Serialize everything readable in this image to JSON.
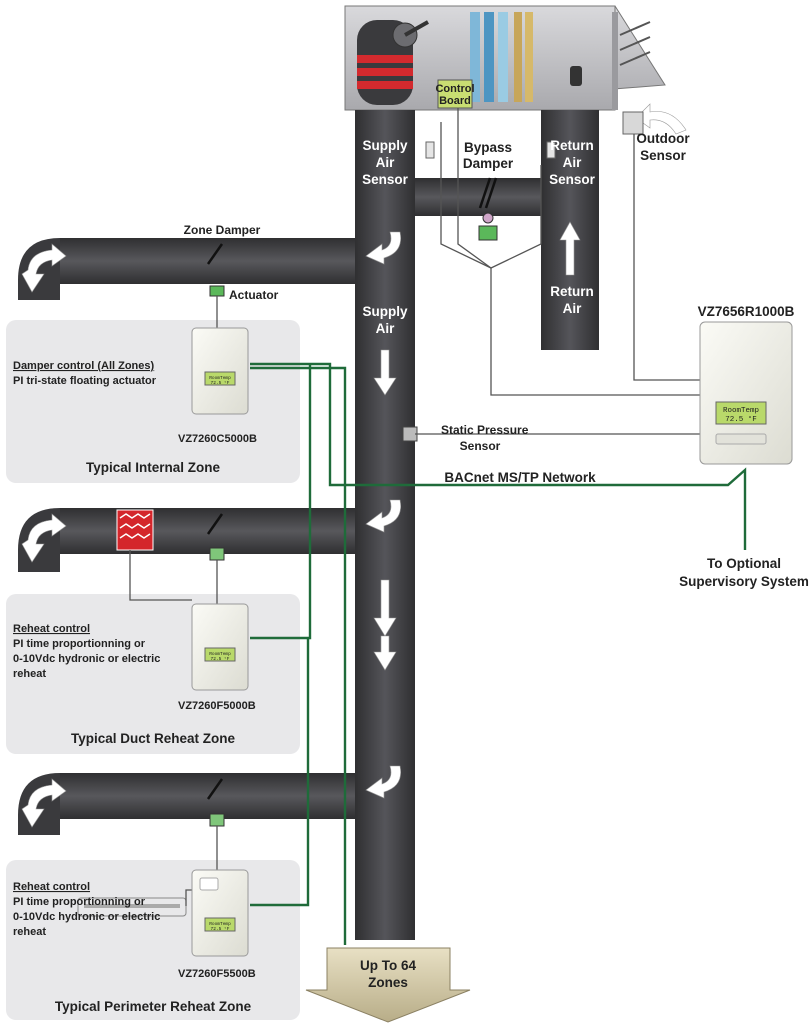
{
  "air_handler": {
    "control_board_line1": "Control",
    "control_board_line2": "Board"
  },
  "labels": {
    "supply_air_sensor": [
      "Supply",
      "Air",
      "Sensor"
    ],
    "bypass_damper": [
      "Bypass",
      "Damper"
    ],
    "return_air_sensor": [
      "Return",
      "Air",
      "Sensor"
    ],
    "outdoor_sensor": [
      "Outdoor",
      "Sensor"
    ],
    "zone_damper": "Zone Damper",
    "actuator": "Actuator",
    "supply_air": [
      "Supply",
      "Air"
    ],
    "return_air": [
      "Return",
      "Air"
    ],
    "static_pressure_sensor": [
      "Static Pressure",
      "Sensor"
    ],
    "bacnet_network": "BACnet MS/TP Network",
    "supervisory": [
      "To Optional",
      "Supervisory System"
    ],
    "up_to_zones": [
      "Up To 64",
      "Zones"
    ]
  },
  "main_controller": {
    "model": "VZ7656R1000B",
    "screen_line1": "RoomTemp",
    "screen_line2": "72.5 °F"
  },
  "zones": [
    {
      "heading": "Damper control (All Zones)",
      "description": [
        "PI tri-state floating actuator"
      ],
      "model": "VZ7260C5000B",
      "title": "Typical Internal Zone",
      "screen_line1": "RoomTemp",
      "screen_line2": "72.5 °F"
    },
    {
      "heading": "Reheat control",
      "description": [
        "PI time proportionning or",
        "0-10Vdc hydronic or electric",
        "reheat"
      ],
      "model": "VZ7260F5000B",
      "title": "Typical Duct Reheat Zone",
      "screen_line1": "RoomTemp",
      "screen_line2": "72.5 °F"
    },
    {
      "heading": "Reheat control",
      "description": [
        "PI time proportionning or",
        "0-10Vdc hydronic or electric",
        "reheat"
      ],
      "model": "VZ7260F5500B",
      "title": "Typical Perimeter Reheat Zone",
      "screen_line1": "RoomTemp",
      "screen_line2": "72.5 °F"
    }
  ],
  "colors": {
    "duct": "#4a4a4c",
    "duct_dark": "#2e2e30",
    "network": "#1f6b3a",
    "zone_panel": "#e8e8ea",
    "lcd": "#b9d96a",
    "heater": "#d4262b"
  }
}
